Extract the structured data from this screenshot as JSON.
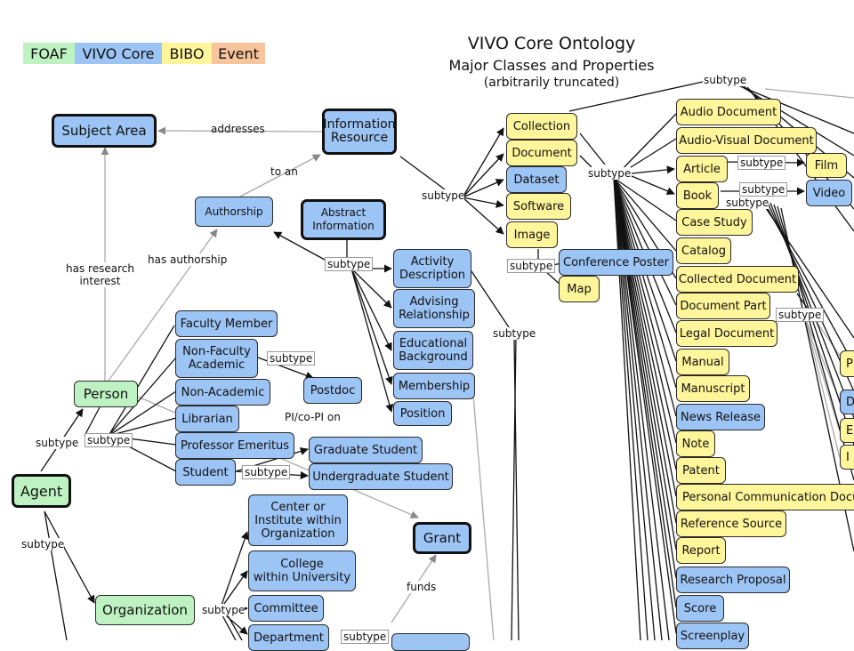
{
  "title": {
    "line1": "VIVO Core Ontology",
    "line2": "Major Classes and Properties",
    "line3": "(arbitrarily truncated)"
  },
  "legend": [
    {
      "key": "foaf",
      "label": "FOAF",
      "color": "#bff2c2"
    },
    {
      "key": "core",
      "label": "VIVO Core",
      "color": "#9cc4f5"
    },
    {
      "key": "bibo",
      "label": "BIBO",
      "color": "#fff59a"
    },
    {
      "key": "event",
      "label": "Event",
      "color": "#f7c49b"
    }
  ],
  "nodes": {
    "subject_area": "Subject Area",
    "information_resource": "Information\nResource",
    "authorship": "Authorship",
    "abstract_information": "Abstract\nInformation",
    "activity_description": "Activity\nDescription",
    "advising_relationship": "Advising\nRelationship",
    "educational_background": "Educational\nBackground",
    "membership": "Membership",
    "position": "Position",
    "person": "Person",
    "agent": "Agent",
    "faculty_member": "Faculty Member",
    "non_faculty_academic": "Non-Faculty\nAcademic",
    "postdoc": "Postdoc",
    "non_academic": "Non-Academic",
    "librarian": "Librarian",
    "professor_emeritus": "Professor Emeritus",
    "student": "Student",
    "graduate_student": "Graduate Student",
    "undergraduate_student": "Undergraduate Student",
    "grant": "Grant",
    "center_institute": "Center or\nInstitute within\nOrganization",
    "college": "College\nwithin University",
    "committee": "Committee",
    "department": "Department",
    "organization": "Organization",
    "collection": "Collection",
    "document": "Document",
    "dataset": "Dataset",
    "software": "Software",
    "image": "Image",
    "conference_poster": "Conference Poster",
    "map": "Map",
    "audio_document": "Audio Document",
    "audio_visual_document": "Audio-Visual Document",
    "article": "Article",
    "film": "Film",
    "book": "Book",
    "video": "Video",
    "case_study": "Case Study",
    "catalog": "Catalog",
    "collected_document": "Collected Document",
    "document_part": "Document Part",
    "legal_document": "Legal Document",
    "manual": "Manual",
    "manuscript": "Manuscript",
    "news_release": "News Release",
    "note": "Note",
    "patent": "Patent",
    "personal_communication_document": "Personal Communication Docum",
    "reference_source": "Reference Source",
    "report": "Report",
    "research_proposal": "Research Proposal",
    "score": "Score",
    "screenplay": "Screenplay",
    "partial_p": "P",
    "partial_d": "D",
    "partial_e": "E",
    "partial_i": "I"
  },
  "edge_labels": {
    "addresses": "addresses",
    "to_an": "to an",
    "has_authorship": "has authorship",
    "has_research_interest": "has research\ninterest",
    "pi_co_pi_on": "PI/co-PI on",
    "funds": "funds",
    "subtype": "subtype"
  }
}
